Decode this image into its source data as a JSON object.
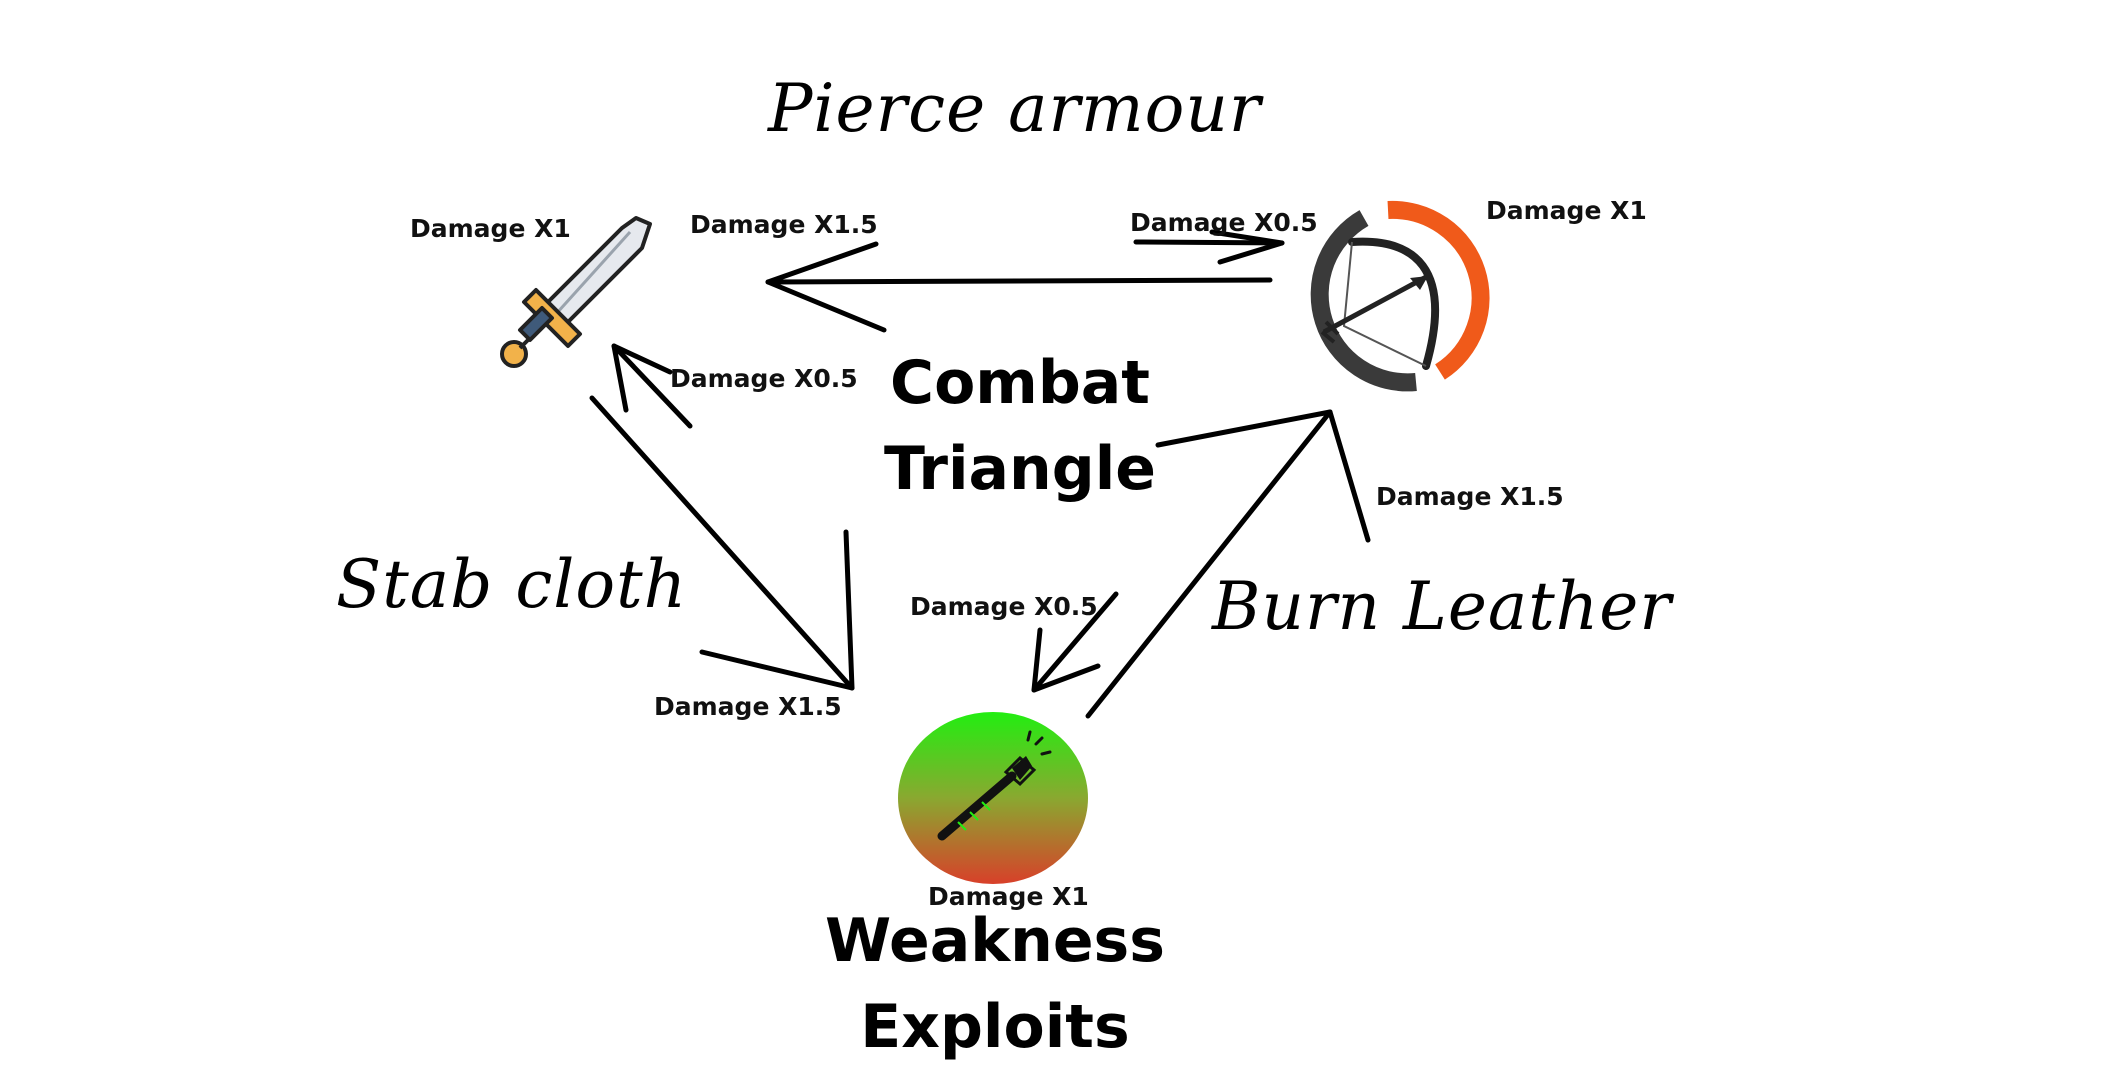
{
  "title": {
    "line1": "Combat",
    "line2": "Triangle"
  },
  "bottom_title": {
    "line1": "Weakness",
    "line2": "Exploits"
  },
  "side_notes": {
    "top": "Pierce armour",
    "left": "Stab cloth",
    "right": "Burn Leather"
  },
  "nodes": {
    "sword": {
      "icon": "sword-icon",
      "damage": "Damage X1"
    },
    "bow": {
      "icon": "bow-icon",
      "damage": "Damage X1"
    },
    "staff": {
      "icon": "magic-staff-icon",
      "damage": "Damage X1"
    }
  },
  "edge_labels": {
    "bow_to_sword": "Damage X1.5",
    "sword_to_bow": "Damage X0.5",
    "staff_to_sword": "Damage X0.5",
    "sword_to_staff": "Damage X1.5",
    "bow_to_staff": "Damage X0.5",
    "staff_to_bow": "Damage X1.5"
  },
  "colors": {
    "bow_ring_dark": "#3a3a3a",
    "bow_ring_accent": "#f05a1a",
    "staff_gradient_top": "#22ee11",
    "staff_gradient_bottom": "#d8402a",
    "sword_blade": "#e6e9ee",
    "sword_guard": "#f2b24a",
    "arrows": "#000000"
  }
}
